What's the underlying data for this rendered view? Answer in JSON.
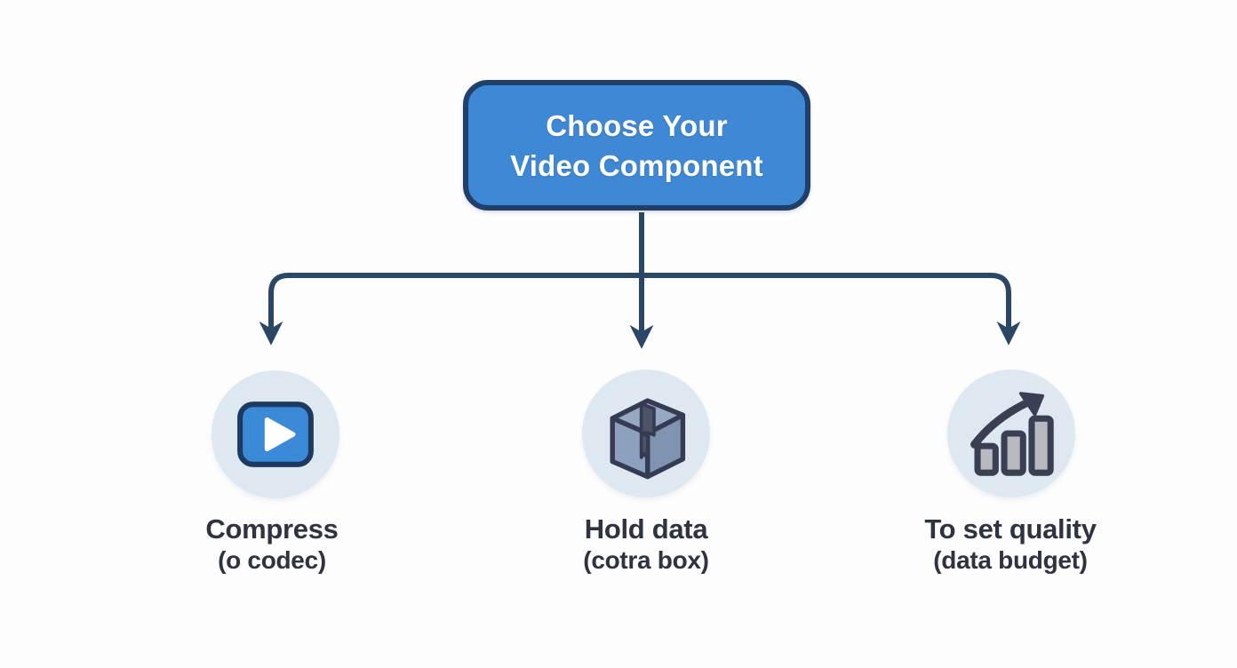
{
  "root": {
    "line1": "Choose Your",
    "line2": "Video Component"
  },
  "branches": [
    {
      "icon": "play-icon",
      "label": "Compress",
      "sublabel": "(o codec)"
    },
    {
      "icon": "package-icon",
      "label": "Hold data",
      "sublabel": "(cotra box)"
    },
    {
      "icon": "bar-chart-icon",
      "label": "To set quality",
      "sublabel": "(data budget)"
    }
  ],
  "colors": {
    "root_fill": "#3f88d5",
    "root_border": "#20406b",
    "root_text": "#ffffff",
    "connector": "#2b4768",
    "circle_bg": "#dde8f0",
    "label_text": "#2e3342",
    "play_button_fill": "#3b8ad8",
    "package_face": "#8da0bd",
    "bar_fill": "#b9b9bf",
    "icon_outline": "#343b52"
  }
}
